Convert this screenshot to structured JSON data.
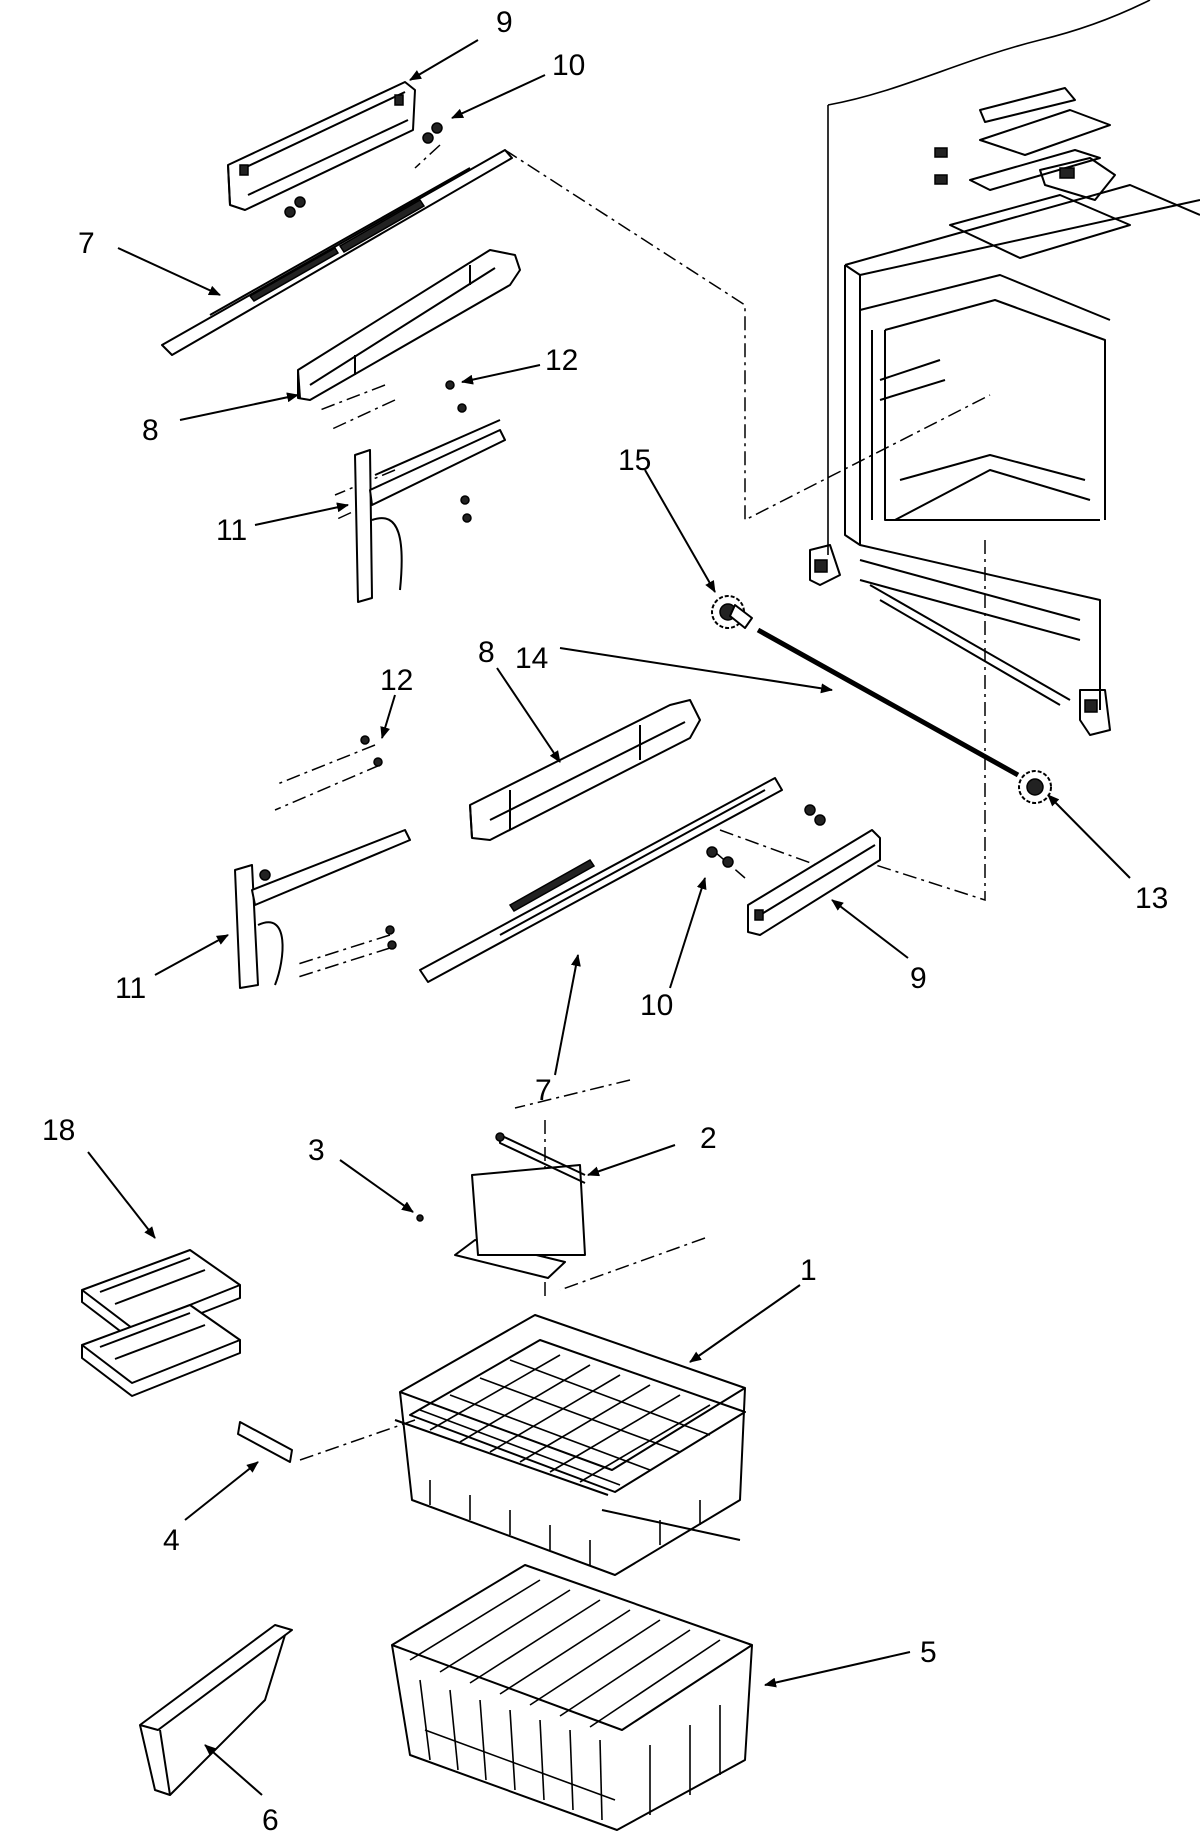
{
  "callouts": {
    "c1": "1",
    "c2": "2",
    "c3": "3",
    "c4": "4",
    "c5": "5",
    "c6": "6",
    "c7a": "7",
    "c7b": "7",
    "c8a": "8",
    "c8b": "8",
    "c9a": "9",
    "c9b": "9",
    "c10a": "10",
    "c10b": "10",
    "c11a": "11",
    "c11b": "11",
    "c12a": "12",
    "c12b": "12",
    "c13": "13",
    "c14": "14",
    "c15": "15",
    "c18": "18"
  }
}
